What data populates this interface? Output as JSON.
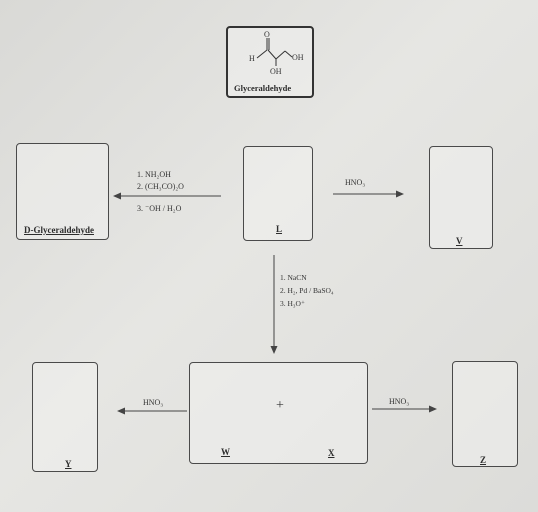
{
  "glyceraldehyde": {
    "name": "Glyceraldehyde",
    "atoms": {
      "o": "O",
      "h": "H",
      "oh_top": "OH",
      "oh_bottom": "OH"
    }
  },
  "boxes": {
    "d_glyceraldehyde": "D-Glyceraldehyde",
    "l": "L",
    "v": "V",
    "w": "W",
    "x": "X",
    "y": "Y",
    "z": "Z"
  },
  "plus": "+",
  "conditions": {
    "left_top": [
      "1. NH₂OH",
      "2. (CH₃CO)₂O"
    ],
    "left_bottom": "3. ⁻OH / H₂O",
    "right": "HNO₃",
    "down": [
      "1. NaCN",
      "2. H₂, Pd / BaSO₄",
      "3. H₃O⁺"
    ],
    "bottom_left": "HNO₃",
    "bottom_right": "HNO₃"
  }
}
